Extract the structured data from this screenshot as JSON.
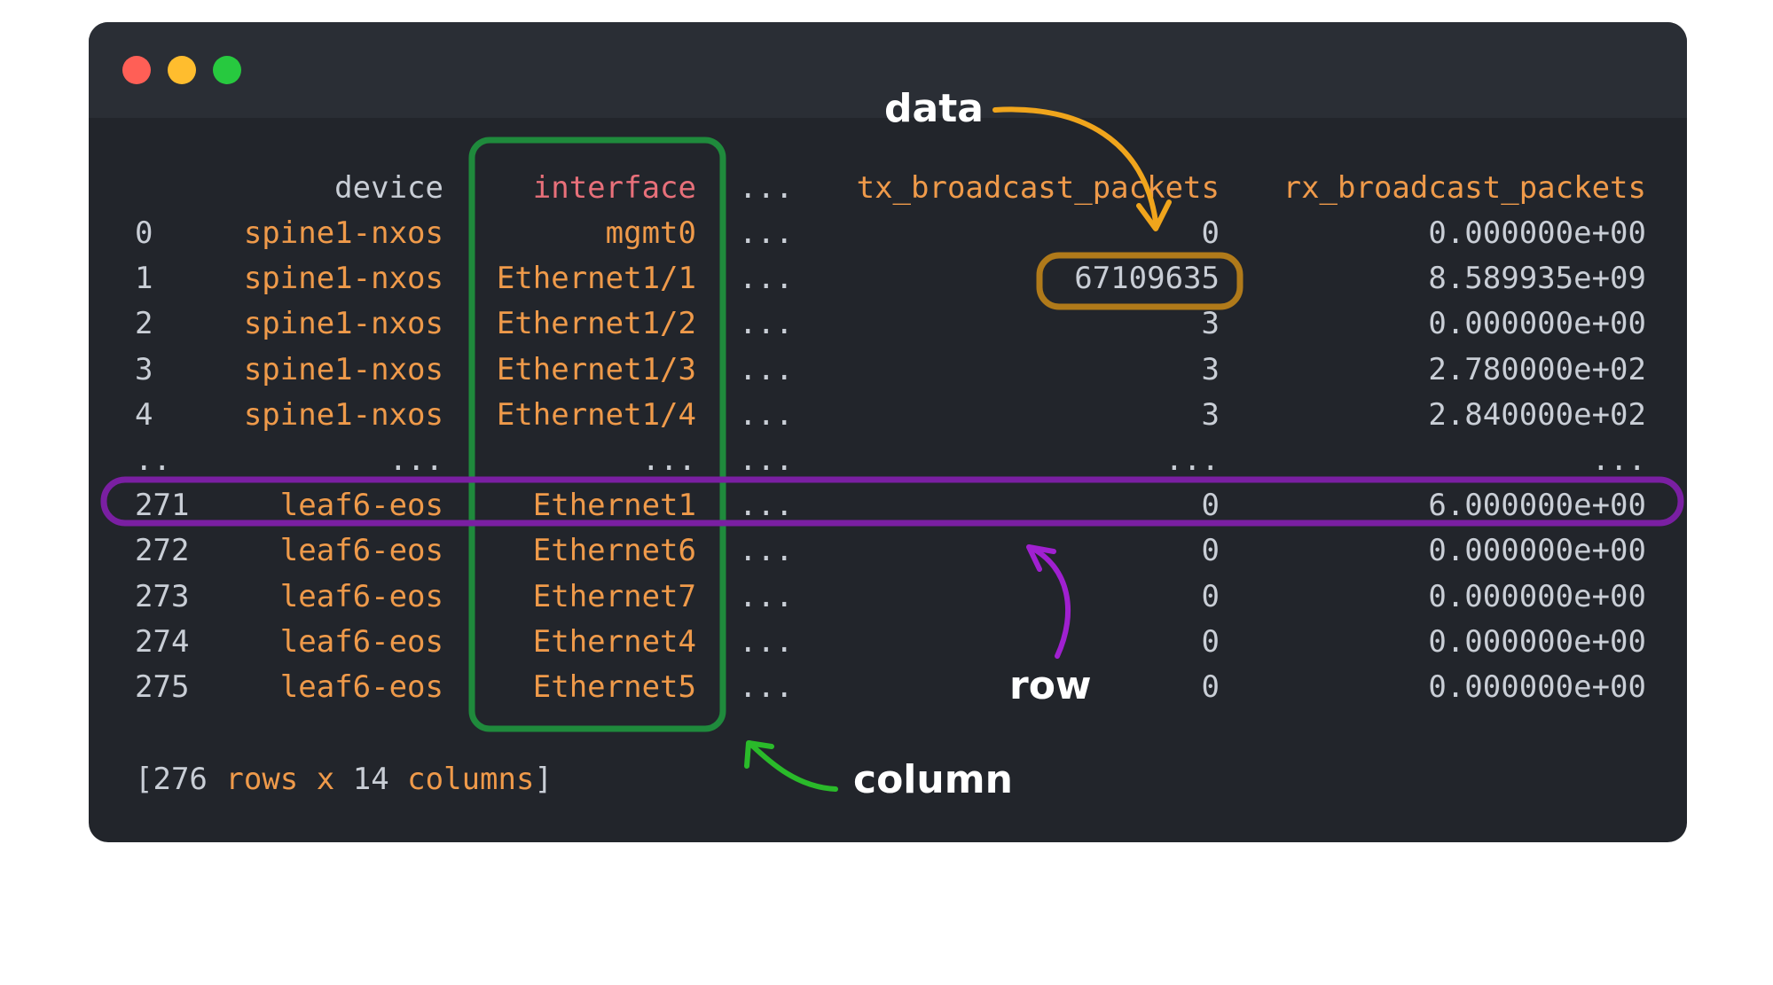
{
  "header": {
    "device": "device",
    "interface": "interface",
    "ellipsis": "...",
    "tx": "tx_broadcast_packets",
    "rx": "rx_broadcast_packets"
  },
  "rows": [
    {
      "idx": "0",
      "device": "spine1-nxos",
      "interface": "mgmt0",
      "ellipsis": "...",
      "tx": "0",
      "rx": "0.000000e+00"
    },
    {
      "idx": "1",
      "device": "spine1-nxos",
      "interface": "Ethernet1/1",
      "ellipsis": "...",
      "tx": "67109635",
      "rx": "8.589935e+09"
    },
    {
      "idx": "2",
      "device": "spine1-nxos",
      "interface": "Ethernet1/2",
      "ellipsis": "...",
      "tx": "3",
      "rx": "0.000000e+00"
    },
    {
      "idx": "3",
      "device": "spine1-nxos",
      "interface": "Ethernet1/3",
      "ellipsis": "...",
      "tx": "3",
      "rx": "2.780000e+02"
    },
    {
      "idx": "4",
      "device": "spine1-nxos",
      "interface": "Ethernet1/4",
      "ellipsis": "...",
      "tx": "3",
      "rx": "2.840000e+02"
    },
    {
      "idx": "..",
      "device": "...",
      "interface": "...",
      "ellipsis": "...",
      "tx": "...",
      "rx": "..."
    },
    {
      "idx": "271",
      "device": "leaf6-eos",
      "interface": "Ethernet1",
      "ellipsis": "...",
      "tx": "0",
      "rx": "6.000000e+00"
    },
    {
      "idx": "272",
      "device": "leaf6-eos",
      "interface": "Ethernet6",
      "ellipsis": "...",
      "tx": "0",
      "rx": "0.000000e+00"
    },
    {
      "idx": "273",
      "device": "leaf6-eos",
      "interface": "Ethernet7",
      "ellipsis": "...",
      "tx": "0",
      "rx": "0.000000e+00"
    },
    {
      "idx": "274",
      "device": "leaf6-eos",
      "interface": "Ethernet4",
      "ellipsis": "...",
      "tx": "0",
      "rx": "0.000000e+00"
    },
    {
      "idx": "275",
      "device": "leaf6-eos",
      "interface": "Ethernet5",
      "ellipsis": "...",
      "tx": "0",
      "rx": "0.000000e+00"
    }
  ],
  "footer": {
    "open": "[",
    "rows_count": "276",
    "rows_word": "rows",
    "times": "x",
    "cols_count": "14",
    "cols_word": "columns",
    "close": "]"
  },
  "callouts": {
    "data": "data",
    "row": "row",
    "column": "column"
  },
  "colors": {
    "terminal_bg": "#22252b",
    "titlebar_bg": "#2a2e35",
    "text_default": "#c9ced6",
    "text_orange": "#ef9a4a",
    "text_pink": "#e8707a",
    "column_highlight": "#1f8a3c",
    "row_highlight": "#7a1fa2",
    "data_highlight": "#b07a1a",
    "arrow_data": "#f0a51c",
    "arrow_row": "#a020d0",
    "arrow_column": "#2aba2a"
  }
}
